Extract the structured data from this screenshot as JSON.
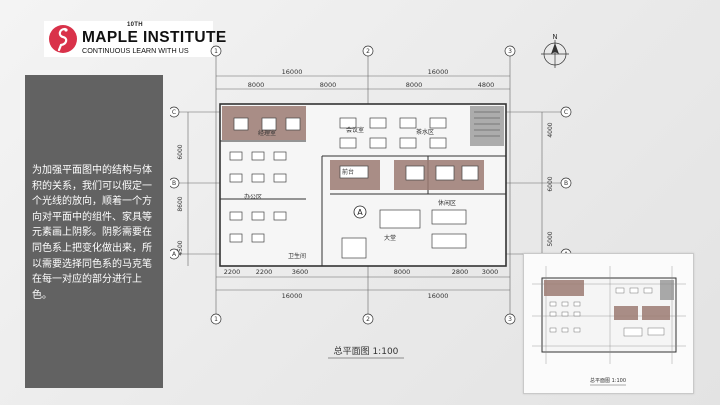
{
  "branding": {
    "rank": "10TH",
    "name": "MAPLE INSTITUTE",
    "tagline": "CONTINUOUS LEARN WITH US",
    "accent_color": "#d9324a"
  },
  "panel": {
    "text": "为加强平面图中的结构与体积的关系，我们可以假定一个光线的放向，顺着一个方向对平面中的组件、家具等元素画上阴影。阴影需要在同色系上把变化做出来，所以需要选择同色系的马克笔在每一对应的部分进行上色。",
    "background": "#626262"
  },
  "drawing": {
    "plan_title": "总平面图 1:100",
    "thumb_title": "总平面图 1:100",
    "compass_label": "N",
    "top_dimensions": {
      "overall": [
        "16000",
        "16000"
      ],
      "sub": [
        "8000",
        "8000",
        "8000",
        "4800"
      ]
    },
    "bottom_dimensions": {
      "sub": [
        "2200",
        "2200",
        "3600",
        "8000",
        "2800",
        "3000"
      ],
      "overall": [
        "16000",
        "16000"
      ]
    },
    "right_dimensions": [
      "4000",
      "6000",
      "5000"
    ],
    "left_dimensions": [
      "6000",
      "8600",
      "4500"
    ],
    "grid_columns": [
      "1",
      "2",
      "3"
    ],
    "grid_rows": [
      "C",
      "B",
      "A"
    ],
    "room_labels": [
      "经理室",
      "会议室",
      "办公区",
      "大堂",
      "前台",
      "休闲区",
      "茶水区",
      "卫生间"
    ],
    "marker_label": "A",
    "shading_color": "#9b7a72"
  }
}
